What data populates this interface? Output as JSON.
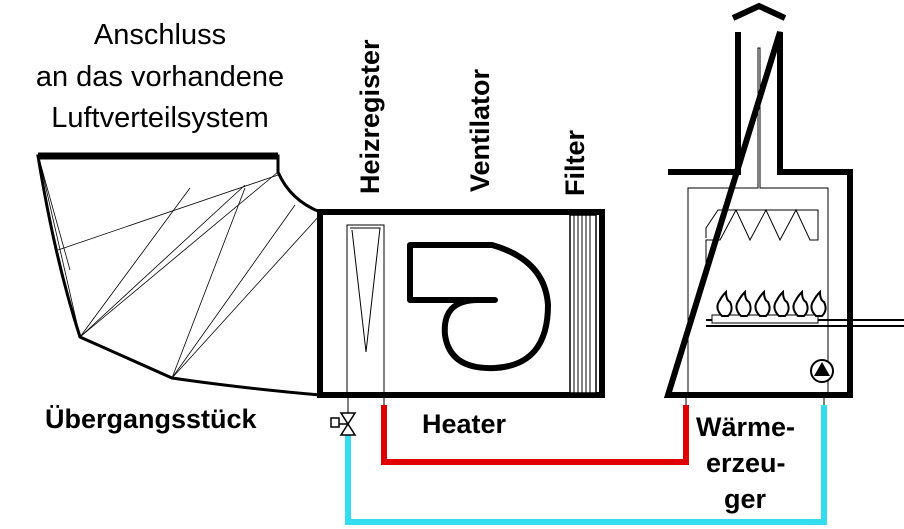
{
  "labels": {
    "title_lines": [
      "Anschluss",
      "an das vorhandene",
      "Luftverteilsystem"
    ],
    "transition": "Übergangsstück",
    "heating_coil": "Heizregister",
    "fan": "Ventilator",
    "filter": "Filter",
    "heater": "Heater",
    "generator_lines": [
      "Wärme-",
      "erzeu-",
      "ger"
    ]
  },
  "colors": {
    "supply_pipe": "#e00000",
    "return_pipe": "#33ddee",
    "outline": "#000000"
  },
  "icons": [
    "valve-icon",
    "pump-icon",
    "burner-flames-icon",
    "chimney-cap-icon"
  ]
}
